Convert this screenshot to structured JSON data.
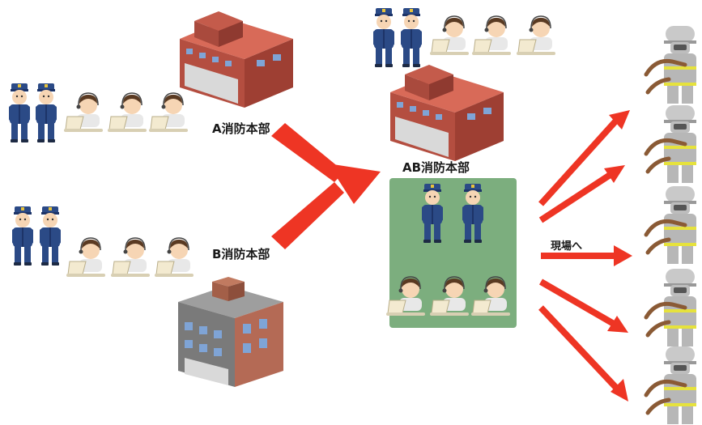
{
  "labels": {
    "a_hq": "A消防本部",
    "b_hq": "B消防本部",
    "ab_hq": "AB消防本部",
    "to_site": "現場へ"
  },
  "colors": {
    "arrow": "#ee3524",
    "merged_box": "#7cae7e",
    "uniform": "#2b4a86",
    "brick": "#c65a4a",
    "concrete": "#8c8c8c"
  },
  "groups": {
    "a_hq_staff": {
      "officers": 2,
      "operators": 3
    },
    "b_hq_staff": {
      "officers": 2,
      "operators": 3
    },
    "ab_top_staff": {
      "officers": 2,
      "operators": 3
    },
    "ab_box_staff": {
      "officers": 2,
      "operators": 3
    },
    "firefighters": 5
  }
}
